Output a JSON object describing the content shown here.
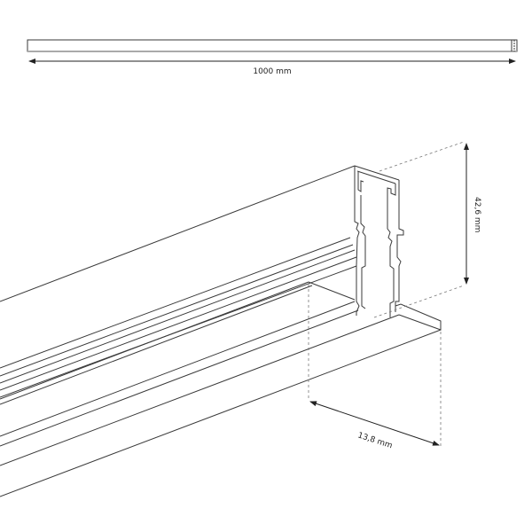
{
  "dimensions": {
    "length_label": "1000 mm",
    "height_label": "42,6 mm",
    "width_label": "13,8 mm"
  },
  "colors": {
    "line": "#3a3a3a",
    "background": "#ffffff"
  }
}
